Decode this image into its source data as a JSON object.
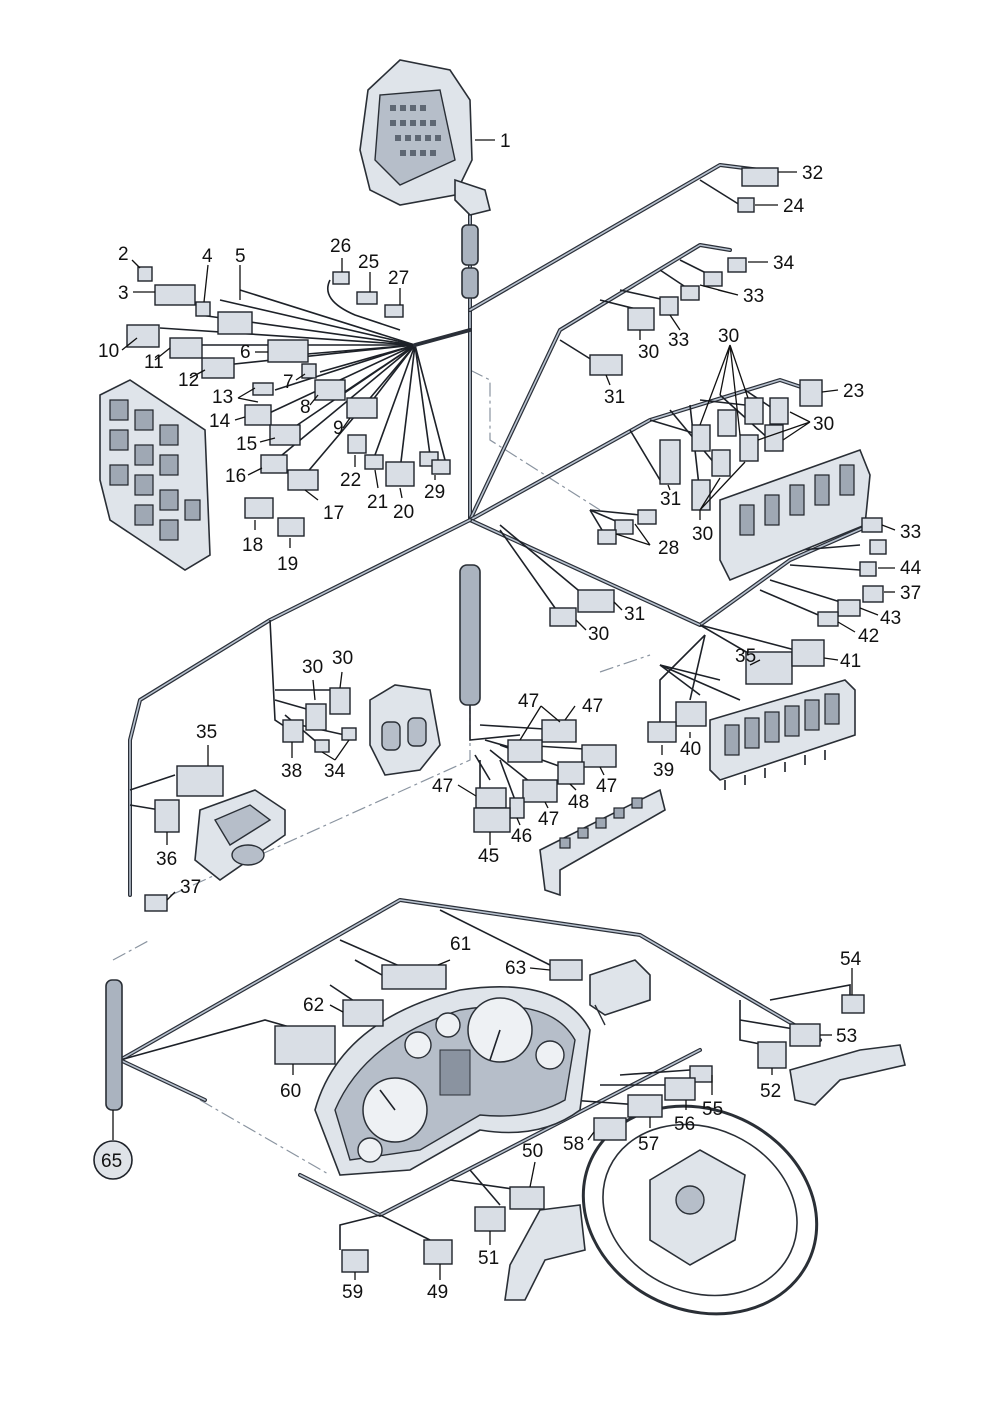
{
  "diagram": {
    "callouts": [
      {
        "id": "c1",
        "text": "1"
      },
      {
        "id": "c32",
        "text": "32"
      },
      {
        "id": "c24",
        "text": "24"
      },
      {
        "id": "c26",
        "text": "26"
      },
      {
        "id": "c25",
        "text": "25"
      },
      {
        "id": "c27",
        "text": "27"
      },
      {
        "id": "c2",
        "text": "2"
      },
      {
        "id": "c4",
        "text": "4"
      },
      {
        "id": "c5",
        "text": "5"
      },
      {
        "id": "c3",
        "text": "3"
      },
      {
        "id": "c34a",
        "text": "34"
      },
      {
        "id": "c33a",
        "text": "33"
      },
      {
        "id": "c10",
        "text": "10"
      },
      {
        "id": "c11",
        "text": "11"
      },
      {
        "id": "c6",
        "text": "6"
      },
      {
        "id": "c12",
        "text": "12"
      },
      {
        "id": "c7",
        "text": "7"
      },
      {
        "id": "c13",
        "text": "13"
      },
      {
        "id": "c8",
        "text": "8"
      },
      {
        "id": "c14",
        "text": "14"
      },
      {
        "id": "c9",
        "text": "9"
      },
      {
        "id": "c15",
        "text": "15"
      },
      {
        "id": "c30a",
        "text": "30"
      },
      {
        "id": "c33b",
        "text": "33"
      },
      {
        "id": "c30b",
        "text": "30"
      },
      {
        "id": "c31a",
        "text": "31"
      },
      {
        "id": "c23",
        "text": "23"
      },
      {
        "id": "c30c",
        "text": "30"
      },
      {
        "id": "c16",
        "text": "16"
      },
      {
        "id": "c22",
        "text": "22"
      },
      {
        "id": "c21",
        "text": "21"
      },
      {
        "id": "c20",
        "text": "20"
      },
      {
        "id": "c29",
        "text": "29"
      },
      {
        "id": "c17",
        "text": "17"
      },
      {
        "id": "c18",
        "text": "18"
      },
      {
        "id": "c19",
        "text": "19"
      },
      {
        "id": "c31b",
        "text": "31"
      },
      {
        "id": "c30d",
        "text": "30"
      },
      {
        "id": "c28",
        "text": "28"
      },
      {
        "id": "c33c",
        "text": "33"
      },
      {
        "id": "c44",
        "text": "44"
      },
      {
        "id": "c37a",
        "text": "37"
      },
      {
        "id": "c43",
        "text": "43"
      },
      {
        "id": "c31c",
        "text": "31"
      },
      {
        "id": "c30e",
        "text": "30"
      },
      {
        "id": "c42",
        "text": "42"
      },
      {
        "id": "c35a",
        "text": "35"
      },
      {
        "id": "c41",
        "text": "41"
      },
      {
        "id": "c30f",
        "text": "30"
      },
      {
        "id": "c30g",
        "text": "30"
      },
      {
        "id": "c47a",
        "text": "47"
      },
      {
        "id": "c47b",
        "text": "47"
      },
      {
        "id": "c40",
        "text": "40"
      },
      {
        "id": "c39",
        "text": "39"
      },
      {
        "id": "c38",
        "text": "38"
      },
      {
        "id": "c34b",
        "text": "34"
      },
      {
        "id": "c35b",
        "text": "35"
      },
      {
        "id": "c47c",
        "text": "47"
      },
      {
        "id": "c47d",
        "text": "47"
      },
      {
        "id": "c48",
        "text": "48"
      },
      {
        "id": "c47e",
        "text": "47"
      },
      {
        "id": "c46",
        "text": "46"
      },
      {
        "id": "c36",
        "text": "36"
      },
      {
        "id": "c45",
        "text": "45"
      },
      {
        "id": "c37b",
        "text": "37"
      },
      {
        "id": "c61",
        "text": "61"
      },
      {
        "id": "c63",
        "text": "63"
      },
      {
        "id": "c54",
        "text": "54"
      },
      {
        "id": "c62",
        "text": "62"
      },
      {
        "id": "c53",
        "text": "53"
      },
      {
        "id": "c60",
        "text": "60"
      },
      {
        "id": "c52",
        "text": "52"
      },
      {
        "id": "c55",
        "text": "55"
      },
      {
        "id": "c56",
        "text": "56"
      },
      {
        "id": "c58",
        "text": "58"
      },
      {
        "id": "c57",
        "text": "57"
      },
      {
        "id": "c65",
        "text": "65"
      },
      {
        "id": "c50",
        "text": "50"
      },
      {
        "id": "c51",
        "text": "51"
      },
      {
        "id": "c59",
        "text": "59"
      },
      {
        "id": "c49",
        "text": "49"
      }
    ]
  }
}
